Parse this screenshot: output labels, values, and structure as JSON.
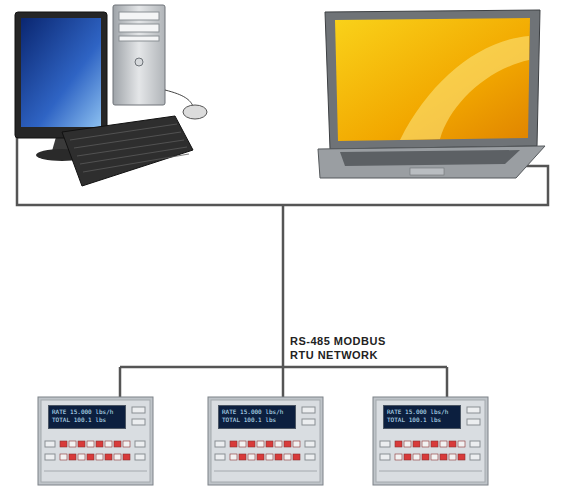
{
  "diagram": {
    "nodes": [
      {
        "text": [
          "RATE 15.000 lbs/h",
          "TOTAL 100.1 lbs"
        ]
      },
      {
        "text": [
          "RATE 15.000 lbs/h",
          "TOTAL 100.1 lbs"
        ]
      },
      {
        "text": [
          "RATE 15.000 lbs/h",
          "TOTAL 100.1 lbs"
        ]
      }
    ],
    "labels": [
      "RS-485 MODBUS RTU NETWORK"
    ]
  }
}
